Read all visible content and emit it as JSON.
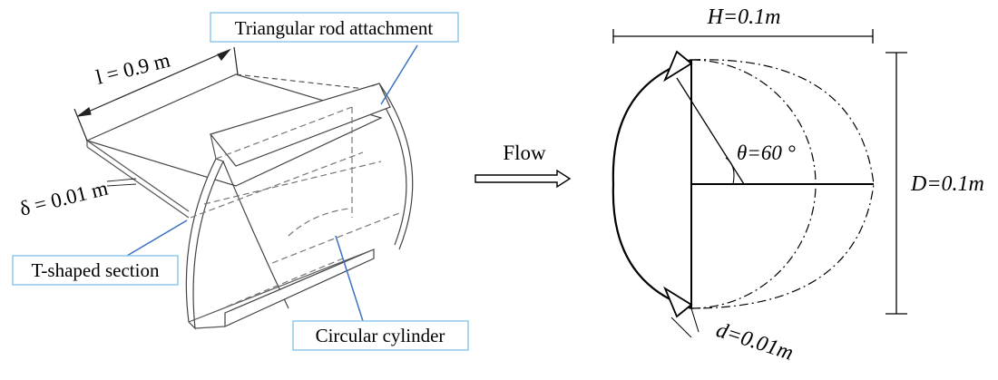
{
  "left_figure": {
    "callouts": {
      "triangular_rod": "Triangular rod attachment",
      "t_section": "T-shaped section",
      "cylinder": "Circular cylinder"
    },
    "dimensions": {
      "length": "l = 0.9 m",
      "thickness": "δ = 0.01 m"
    }
  },
  "flow": {
    "label": "Flow"
  },
  "right_figure": {
    "width_label": "H=0.1m",
    "angle_label": "θ=60 °",
    "diameter_label": "D=0.1m",
    "rod_label": "d=0.01m"
  },
  "colors": {
    "callout_border": "#8ec9ec",
    "leader": "#3a72c4",
    "line": "#000000"
  }
}
